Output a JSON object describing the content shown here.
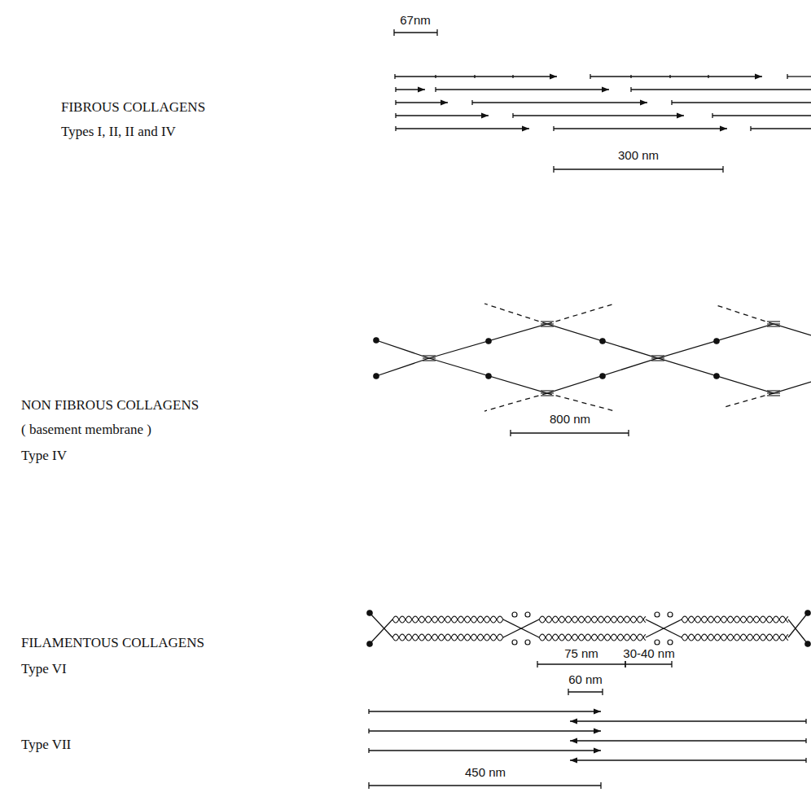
{
  "diagram": {
    "labels": [
      "67nm",
      "FIBROUS COLLAGENS",
      "Types I, II, II and IV",
      "300 nm",
      "NON FIBROUS COLLAGENS",
      "( basement membrane )",
      "Type IV",
      "800 nm",
      "FILAMENTOUS COLLAGENS",
      "Type VI",
      "75 nm",
      "30-40 nm",
      "60 nm",
      "Type VII",
      "450 nm"
    ]
  }
}
